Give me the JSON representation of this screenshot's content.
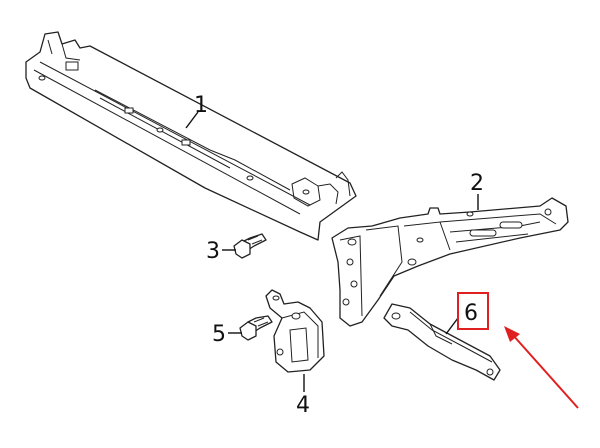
{
  "callouts": [
    {
      "id": "1",
      "label": "1"
    },
    {
      "id": "2",
      "label": "2"
    },
    {
      "id": "3",
      "label": "3"
    },
    {
      "id": "4",
      "label": "4"
    },
    {
      "id": "5",
      "label": "5"
    },
    {
      "id": "6",
      "label": "6"
    }
  ],
  "highlight": {
    "callout": "6",
    "box_color": "#e02020",
    "arrow_color": "#e02020"
  },
  "colors": {
    "line": "#222222",
    "background": "#ffffff"
  }
}
